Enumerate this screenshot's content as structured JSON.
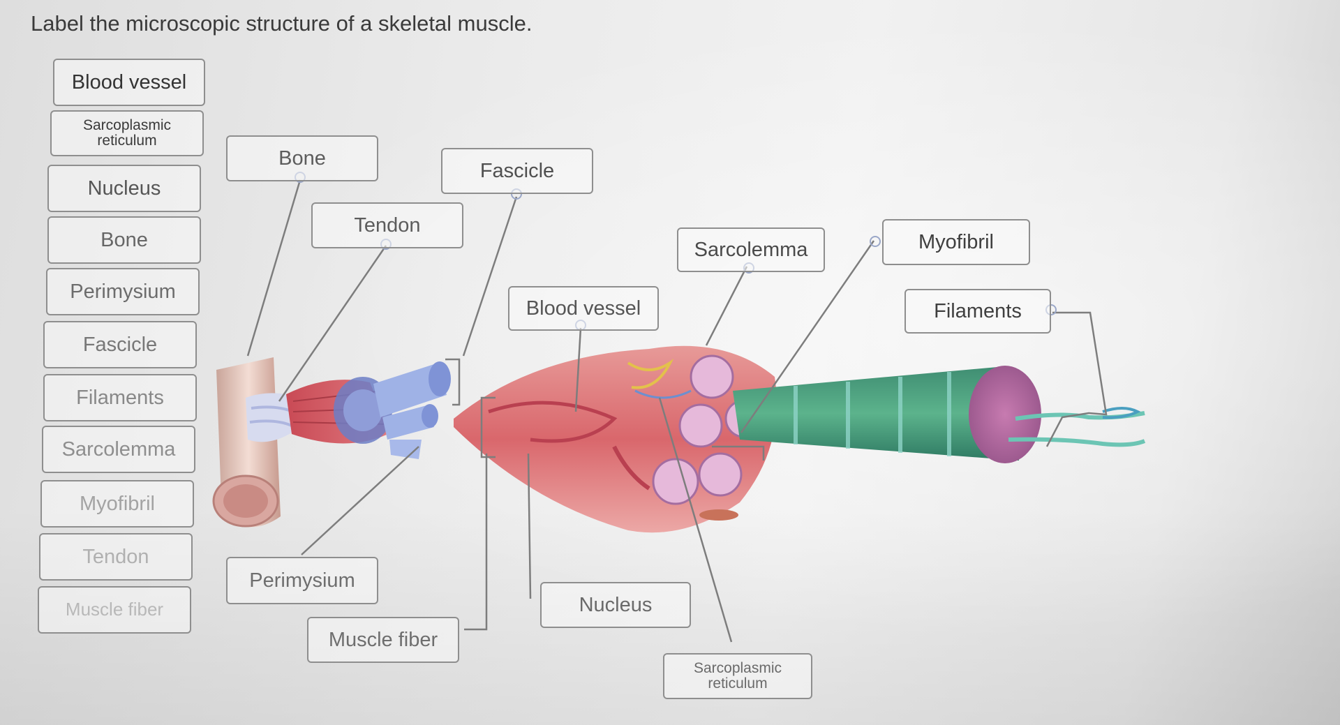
{
  "question": "Label the microscopic structure of a skeletal muscle.",
  "word_bank": [
    {
      "label": "Blood vessel"
    },
    {
      "label": "Sarcoplasmic reticulum"
    },
    {
      "label": "Nucleus"
    },
    {
      "label": "Bone"
    },
    {
      "label": "Perimysium"
    },
    {
      "label": "Fascicle"
    },
    {
      "label": "Filaments"
    },
    {
      "label": "Sarcolemma"
    },
    {
      "label": "Myofibril"
    },
    {
      "label": "Tendon"
    },
    {
      "label": "Muscle fiber"
    }
  ],
  "diagram_labels": {
    "bone": "Bone",
    "tendon": "Tendon",
    "fascicle": "Fascicle",
    "perimysium": "Perimysium",
    "muscle_fiber": "Muscle fiber",
    "blood_vessel": "Blood vessel",
    "nucleus": "Nucleus",
    "sarcolemma": "Sarcolemma",
    "sarcoplasmic_reticulum": "Sarcoplasmic reticulum",
    "myofibril": "Myofibril",
    "filaments": "Filaments"
  }
}
